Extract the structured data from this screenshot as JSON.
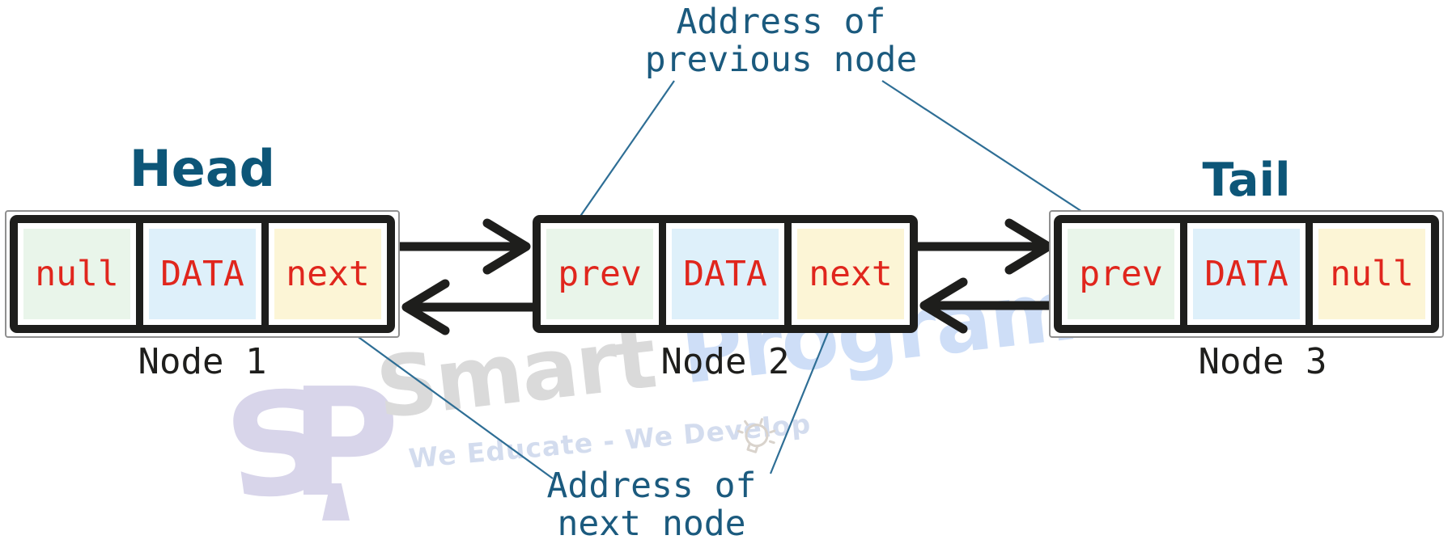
{
  "diagram": {
    "type": "doubly-linked-list",
    "head_label": "Head",
    "tail_label": "Tail",
    "top_annotation": {
      "line1": "Address of",
      "line2": "previous node"
    },
    "bottom_annotation": {
      "line1": "Address of",
      "line2": "next node"
    },
    "nodes": [
      {
        "name": "Node 1",
        "cells": [
          {
            "label": "null",
            "role": "prev-pointer-null"
          },
          {
            "label": "DATA",
            "role": "data"
          },
          {
            "label": "next",
            "role": "next-pointer"
          }
        ]
      },
      {
        "name": "Node 2",
        "cells": [
          {
            "label": "prev",
            "role": "prev-pointer"
          },
          {
            "label": "DATA",
            "role": "data"
          },
          {
            "label": "next",
            "role": "next-pointer"
          }
        ]
      },
      {
        "name": "Node 3",
        "cells": [
          {
            "label": "prev",
            "role": "prev-pointer"
          },
          {
            "label": "DATA",
            "role": "data"
          },
          {
            "label": "null",
            "role": "next-pointer-null"
          }
        ]
      }
    ]
  },
  "watermark": {
    "logo_monogram_s": "S",
    "logo_monogram_p": "P",
    "brand_primary": "Smart",
    "brand_secondary": "Programming",
    "tagline": "We Educate - We Develop"
  },
  "colors": {
    "cell_green": "#e9f5ea",
    "cell_blue": "#def0fa",
    "cell_yellow": "#fcf5d6",
    "cell_text_red": "#e0261d",
    "node_border_black": "#1e1e1c",
    "outer_frame_gray": "#8f8f8f",
    "head_tail_teal": "#0d5678",
    "annotation_teal": "#1b5a7e",
    "watermark_gray": "#dadada",
    "watermark_blue": "#cedef7",
    "watermark_lavender": "#d8d5ea"
  }
}
